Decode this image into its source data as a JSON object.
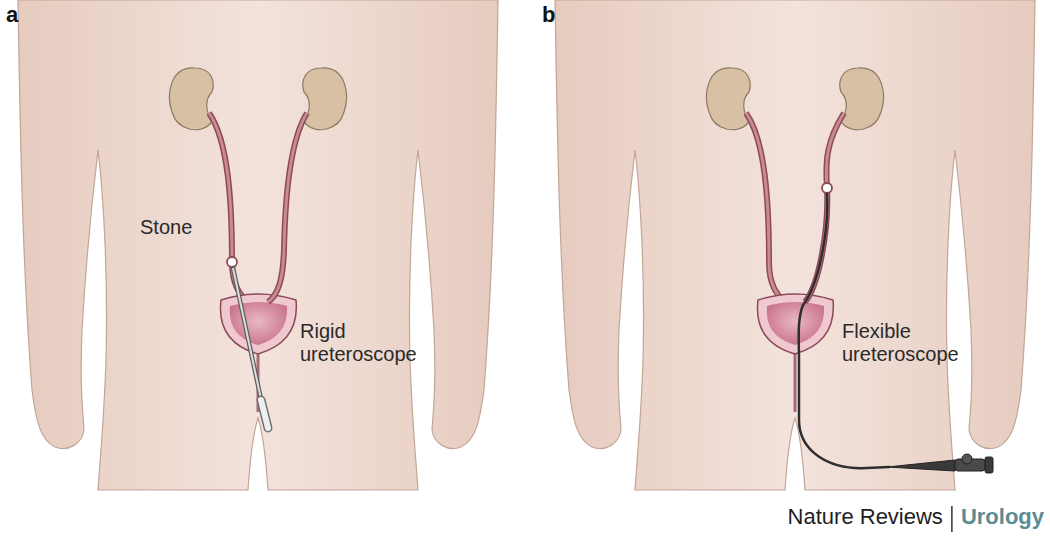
{
  "diagram": {
    "labels": [
      "a",
      "b",
      "Stone",
      "Rigid ureteroscope",
      "Flexible ureteroscope",
      "Nature Reviews",
      "Urology"
    ]
  }
}
